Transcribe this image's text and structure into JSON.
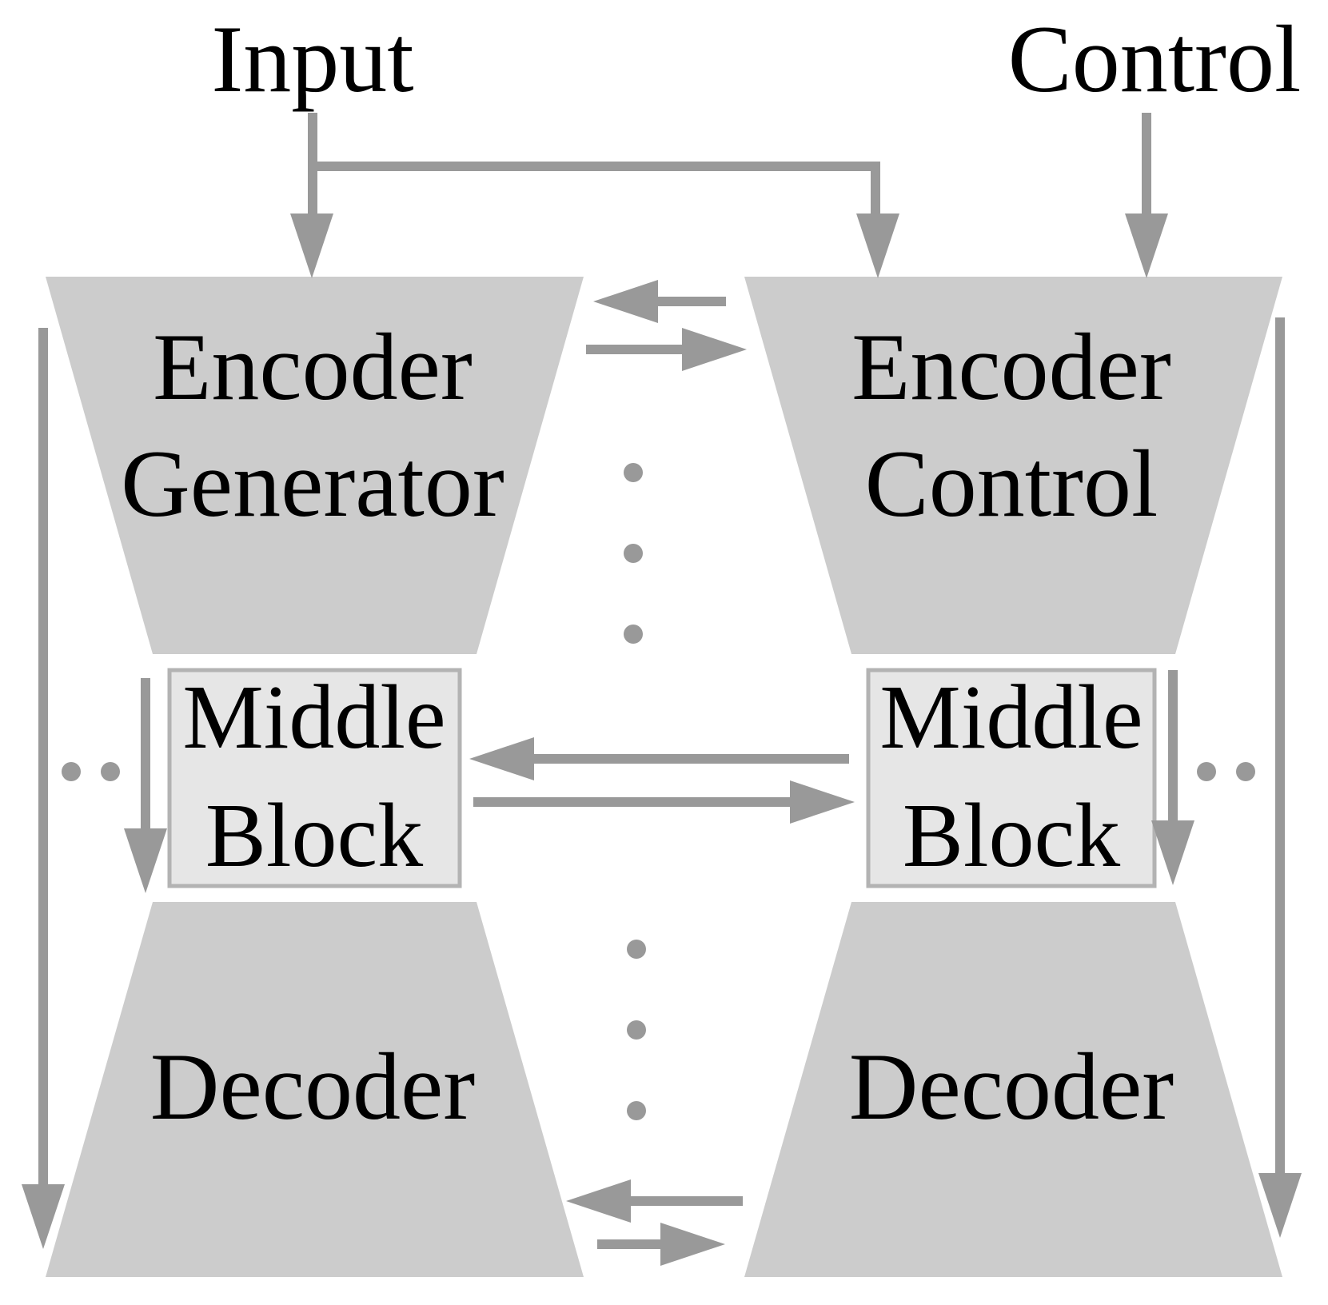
{
  "labels": {
    "input": "Input",
    "control": "Control"
  },
  "generator": {
    "encoder_line1": "Encoder",
    "encoder_line2": "Generator",
    "middle_line1": "Middle",
    "middle_line2": "Block",
    "decoder": "Decoder"
  },
  "control_net": {
    "encoder_line1": "Encoder",
    "encoder_line2": "Control",
    "middle_line1": "Middle",
    "middle_line2": "Block",
    "decoder": "Decoder"
  },
  "colors": {
    "block_fill": "#cccccc",
    "middle_fill": "#e6e6e6",
    "middle_border": "#b3b3b3",
    "arrow": "#999999",
    "text": "#000000",
    "background": "#ffffff"
  }
}
